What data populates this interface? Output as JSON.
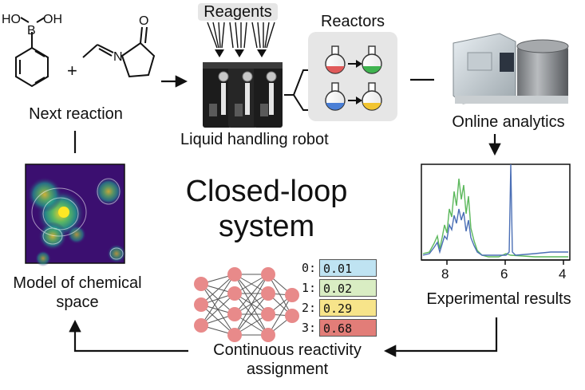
{
  "labels": {
    "reagents": "Reagents",
    "reactors": "Reactors",
    "next_reaction": "Next reaction",
    "liquid_handling_robot": "Liquid handling robot",
    "online_analytics": "Online analytics",
    "closed_loop_line1": "Closed-loop",
    "closed_loop_line2": "system",
    "experimental_results": "Experimental results",
    "model_line1": "Model of chemical",
    "model_line2": "space",
    "continuous_line1": "Continuous reactivity",
    "continuous_line2": "assignment"
  },
  "molecules": {
    "boronic_ho_left": "HO",
    "boronic_b": "B",
    "boronic_oh_right": "OH",
    "plus": "+",
    "nitrogen": "N",
    "oxygen": "O"
  },
  "reactivity": [
    {
      "index": "0:",
      "value": "0.01",
      "color": "#bfe3f2"
    },
    {
      "index": "1:",
      "value": "0.02",
      "color": "#d9edc3"
    },
    {
      "index": "2:",
      "value": "0.29",
      "color": "#f7e48a"
    },
    {
      "index": "3:",
      "value": "0.68",
      "color": "#e27d78"
    }
  ],
  "spectrum_ticks": [
    "8",
    "6",
    "4"
  ],
  "colors": {
    "flask_red": "#e05a5a",
    "flask_green": "#3fb34f",
    "flask_blue": "#4a7fd6",
    "flask_yellow": "#f2c531",
    "spectrum_green": "#5cb85c",
    "spectrum_blue": "#4b6fb5",
    "neuron": "#e88a8a",
    "heatmap_bg": "#3b0f70"
  }
}
